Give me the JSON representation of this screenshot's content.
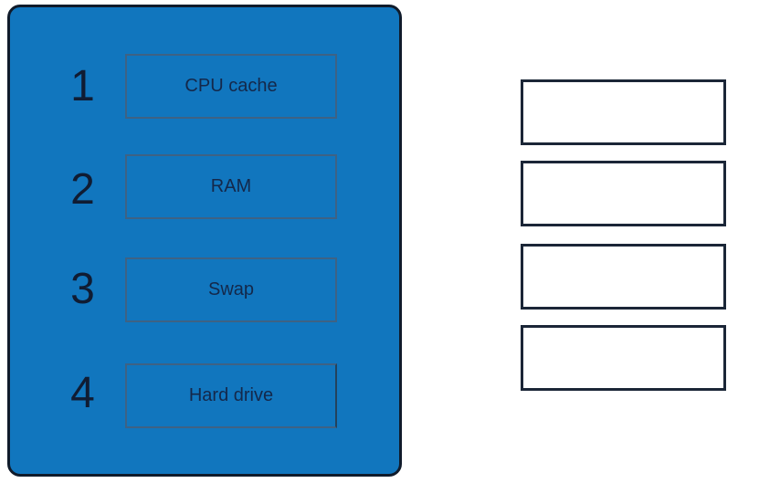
{
  "question": {
    "type": "drag-and-drop-matching",
    "options_panel": {
      "fill_color": "#1176be",
      "border_color": "#101b2b",
      "item_box_border_color": "#3e6284",
      "text_color": "#14284a",
      "items": [
        {
          "number": "1",
          "label": "CPU cache"
        },
        {
          "number": "2",
          "label": "RAM"
        },
        {
          "number": "3",
          "label": "Swap"
        },
        {
          "number": "4",
          "label": "Hard drive"
        }
      ]
    },
    "drop_targets": {
      "count": 4,
      "border_color": "#1b2637",
      "fill_color": "#ffffff",
      "values": [
        "",
        "",
        "",
        ""
      ]
    }
  }
}
